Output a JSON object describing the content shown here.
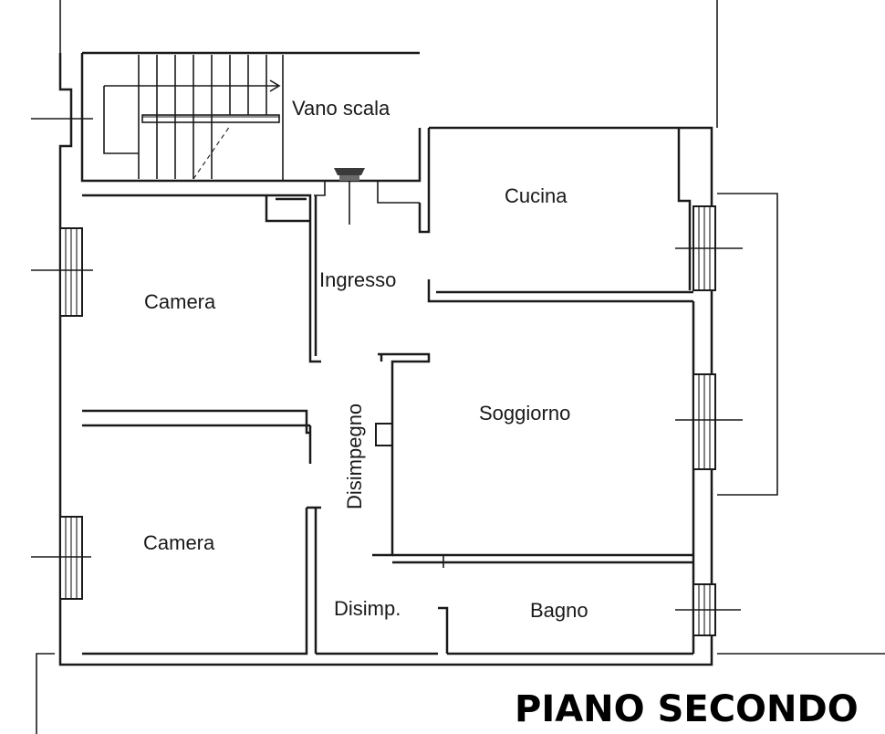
{
  "plan": {
    "title": "PIANO SECONDO",
    "rooms": {
      "stair": "Vano scala",
      "kitchen": "Cucina",
      "entrance": "Ingresso",
      "bedroom_upper": "Camera",
      "living": "Soggiorno",
      "hallway": "Disimpegno",
      "bedroom_lower": "Camera",
      "hallway_small": "Disimp.",
      "bathroom": "Bagno"
    }
  }
}
